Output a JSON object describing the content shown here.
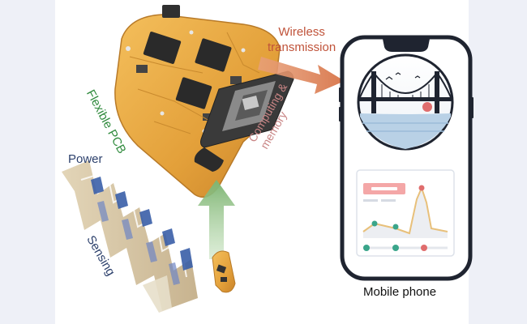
{
  "labels": {
    "wireless_line1": "Wireless",
    "wireless_line2": "transmission",
    "flexible_pcb": "Flexible PCB",
    "computing_line1": "Computing &",
    "computing_line2": "memory",
    "power": "Power",
    "sensing": "Sensing",
    "mobile_phone": "Mobile phone"
  },
  "colors": {
    "wireless": "#c0533a",
    "flexible_pcb": "#2f8a3c",
    "computing": "#c98585",
    "power_sensing": "#2b3f6b",
    "pcb_gold": "#e8a43a",
    "phone_frame": "#1f2430",
    "arrow_orange": "#d98a60",
    "arrow_green": "#8fbf85",
    "signal_line": "#e8c07a",
    "signal_dot_teal": "#3aa58a",
    "signal_dot_red": "#e06d6d"
  },
  "icons": [
    "bridge-icon",
    "signal-chart-icon",
    "chip-icon"
  ]
}
